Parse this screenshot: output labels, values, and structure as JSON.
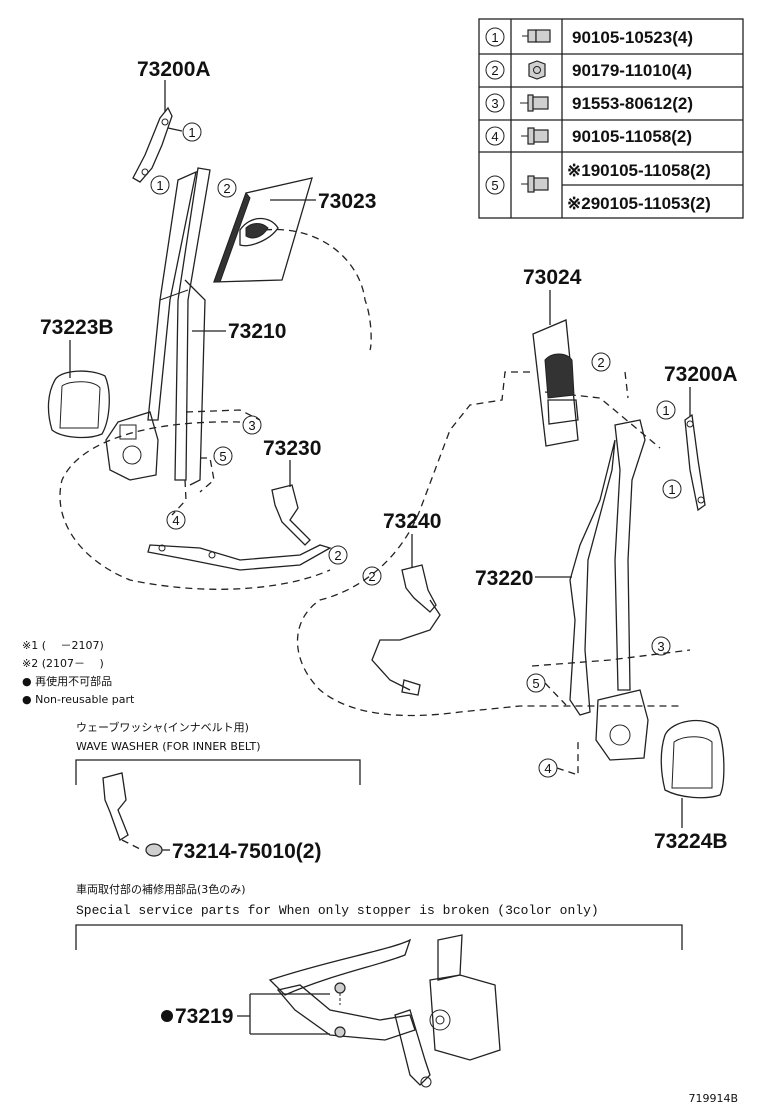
{
  "fastener_table": {
    "rows": [
      {
        "num": "1",
        "icon": "bolt-flange-icon",
        "part": "90105-10523(4)"
      },
      {
        "num": "2",
        "icon": "nut-icon",
        "part": "90179-11010(4)"
      },
      {
        "num": "3",
        "icon": "bolt-washer-icon",
        "part": "91553-80612(2)"
      },
      {
        "num": "4",
        "icon": "bolt-flange-icon",
        "part": "90105-11058(2)"
      },
      {
        "num": "5",
        "icon": "bolt-flange-icon",
        "part_a": "※190105-11058(2)",
        "part_b": "※290105-11053(2)"
      }
    ]
  },
  "callouts": {
    "p73200A_left": "73200A",
    "p73023": "73023",
    "p73223B": "73223B",
    "p73210": "73210",
    "p73230": "73230",
    "p73024": "73024",
    "p73200A_right": "73200A",
    "p73240": "73240",
    "p73220": "73220",
    "p73224B": "73224B",
    "p73214": "73214-75010(2)",
    "p73219": "73219"
  },
  "circle_refs": {
    "one": "1",
    "two": "2",
    "three": "3",
    "four": "4",
    "five": "5"
  },
  "notes": {
    "note1": "※1 (　 －2107)",
    "note2": "※2 (2107－　 )",
    "note3": "● 再使用不可部品",
    "note4": "● Non-reusable part"
  },
  "washer_section": {
    "title_jp": "ウェーブワッシャ(インナベルト用)",
    "title_en": "WAVE WASHER (FOR INNER BELT)"
  },
  "service_section": {
    "title_jp": "車両取付部の補修用部品(3色のみ)",
    "title_en": "Special  service  parts  for  When  only  stopper  is  broken  (3color  only)"
  },
  "diagram_code": "719914B"
}
